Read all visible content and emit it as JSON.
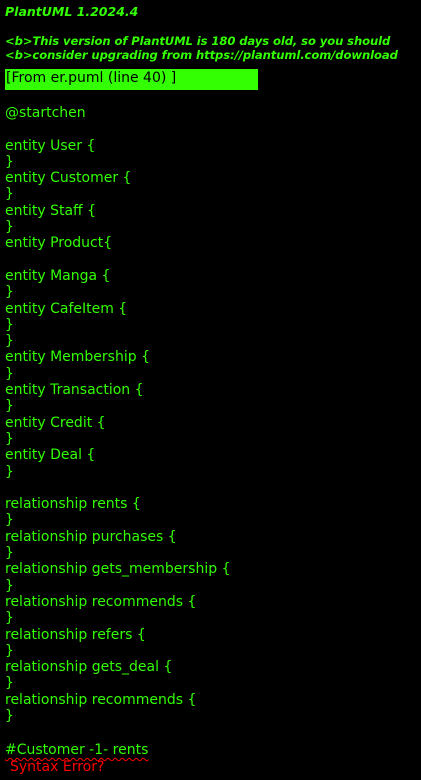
{
  "header": {
    "title": "PlantUML 1.2024.4",
    "warning_line_1": "<b>This version of PlantUML is 180 days old, so you should",
    "warning_line_2": "<b>consider upgrading from https://plantuml.com/download"
  },
  "file_ref": "[From er.puml (line 40) ]",
  "code_lines": [
    "@startchen",
    "",
    "entity User {",
    "}",
    "entity Customer {",
    "}",
    "entity Staff {",
    "}",
    "entity Product{",
    "",
    "entity Manga {",
    "}",
    "entity CafeItem {",
    "}",
    "}",
    "entity Membership {",
    "}",
    "entity Transaction {",
    "}",
    "entity Credit {",
    "}",
    "entity Deal {",
    "}",
    "",
    "relationship rents {",
    "}",
    "relationship purchases {",
    "}",
    "relationship gets_membership {",
    "}",
    "relationship recommends {",
    "}",
    "relationship refers {",
    "}",
    "relationship gets_deal {",
    "}",
    "relationship recommends {",
    "}"
  ],
  "error": {
    "line": "#Customer -1- rents",
    "message": "Syntax Error?"
  },
  "colors": {
    "background": "#000000",
    "text": "#33ff02",
    "error": "#ff0000"
  }
}
